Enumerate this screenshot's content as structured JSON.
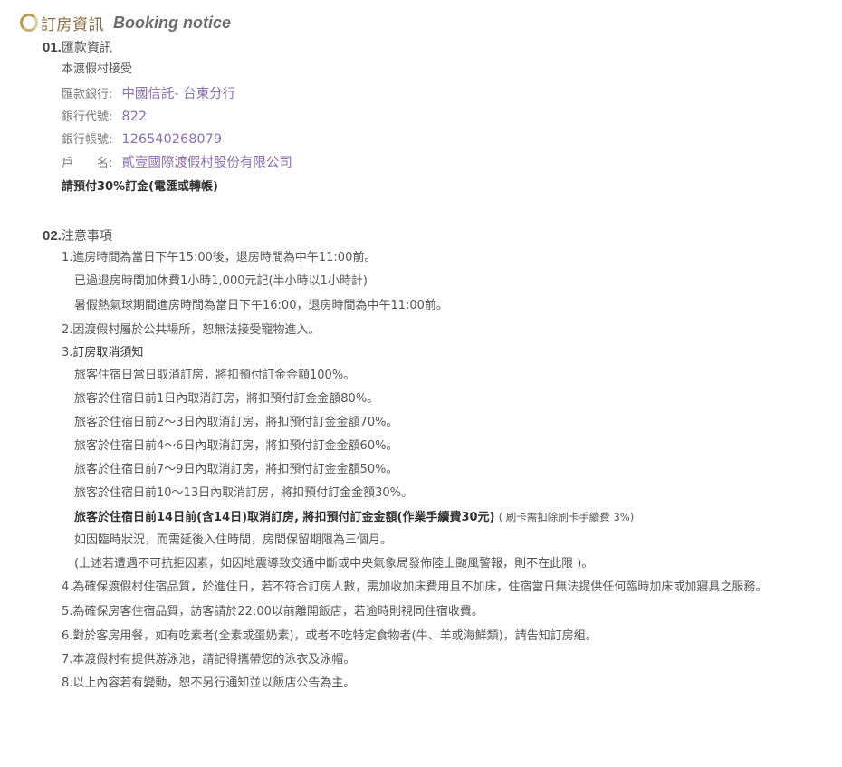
{
  "header": {
    "title_zh": "訂房資訊",
    "title_en": "Booking notice"
  },
  "section1": {
    "number": "01.",
    "title": "匯款資訊",
    "intro": "本渡假村接受",
    "bank_label": "匯款銀行:",
    "bank_value": "中國信託- 台東分行",
    "code_label": "銀行代號:",
    "code_value": "822",
    "account_label": "銀行帳號:",
    "account_value": "126540268079",
    "holder_label": "戶　　名:",
    "holder_value": "貳壹國際渡假村股份有限公司",
    "deposit_note": "請預付30%訂金(電匯或轉帳)"
  },
  "section2": {
    "number": "02.",
    "title": "注意事項",
    "item1": {
      "num": "1.",
      "text": "進房時間為當日下午15:00後，退房時間為中午11:00前。",
      "sub1": "已過退房時間加休費1小時1,000元記(半小時以1小時計)",
      "sub2": "暑假熱氣球期間進房時間為當日下午16:00，退房時間為中午11:00前。"
    },
    "item2": {
      "num": "2.",
      "text": "因渡假村屬於公共場所，恕無法接受寵物進入。"
    },
    "item3": {
      "num": "3.",
      "text": "訂房取消須知",
      "rules": [
        "旅客住宿日當日取消訂房，將扣預付訂金金額100%。",
        "旅客於住宿日前1日內取消訂房，將扣預付訂金金額80%。",
        "旅客於住宿日前2～3日內取消訂房，將扣預付訂金金額70%。",
        "旅客於住宿日前4～6日內取消訂房，將扣預付訂金金額60%。",
        "旅客於住宿日前7～9日內取消訂房，將扣預付訂金金額50%。",
        "旅客於住宿日前10～13日內取消訂房，將扣預付訂金金額30%。"
      ],
      "rule14_bold": "旅客於住宿日前14日前(含14日)取消訂房, 將扣預付訂金金額(作業手續費30元)",
      "rule14_note": "( 刷卡需扣除刷卡手續費 3%)",
      "postpone": "如因臨時狀況，而需延後入住時間，房間保留期限為三個月。",
      "exception": "(上述若遭遇不可抗拒因素，如因地震導致交通中斷或中央氣象局發佈陸上颱風警報，則不在此限 )。"
    },
    "item4": {
      "num": "4.",
      "text": "為確保渡假村住宿品質，於進住日，若不符合訂房人數，需加收加床費用且不加床，住宿當日無法提供任何臨時加床或加寢具之服務。"
    },
    "item5": {
      "num": "5.",
      "text": "為確保房客住宿品質，訪客請於22:00以前離開飯店，若逾時則視同住宿收費。"
    },
    "item6": {
      "num": "6.",
      "text": "對於客房用餐，如有吃素者(全素或蛋奶素)，或者不吃特定食物者(牛、羊或海鮮類)，請告知訂房組。"
    },
    "item7": {
      "num": "7.",
      "text": "本渡假村有提供游泳池，請記得攜帶您的泳衣及泳帽。"
    },
    "item8": {
      "num": "8.",
      "text": "以上內容若有變動，恕不另行通知並以飯店公告為主。"
    }
  }
}
